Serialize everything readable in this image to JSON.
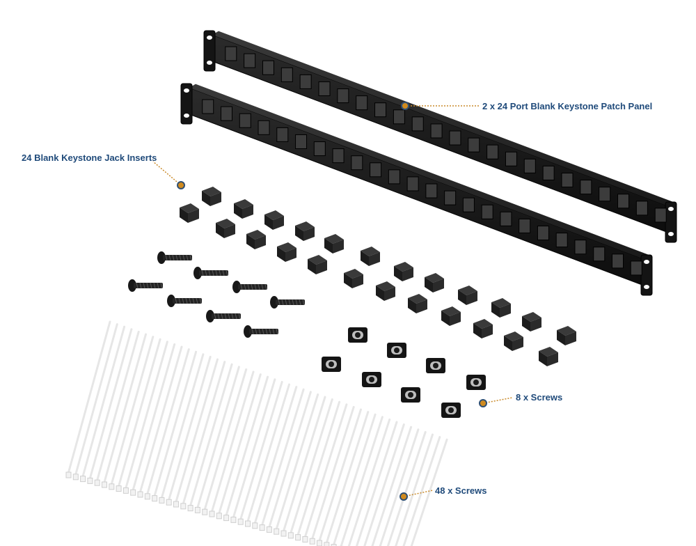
{
  "image": {
    "subject": "patch-panel-kit",
    "colors": {
      "background": "#ffffff",
      "panel": "#141414",
      "panel_edge": "#2a2a2a",
      "insert": "#1c1c1c",
      "screw": "#181818",
      "tie": "#e6e6e6",
      "label_text": "#1f4a7a",
      "dot": "#d08a1e",
      "dot_ring": "#2f4f72",
      "leader": "#c98a2a"
    }
  },
  "callouts": {
    "panels": "2 x 24 Port Blank Keystone Patch Panel",
    "inserts": "24 Blank Keystone Jack Inserts",
    "screws8": "8 x Screws",
    "screws48": "48 x Screws"
  }
}
